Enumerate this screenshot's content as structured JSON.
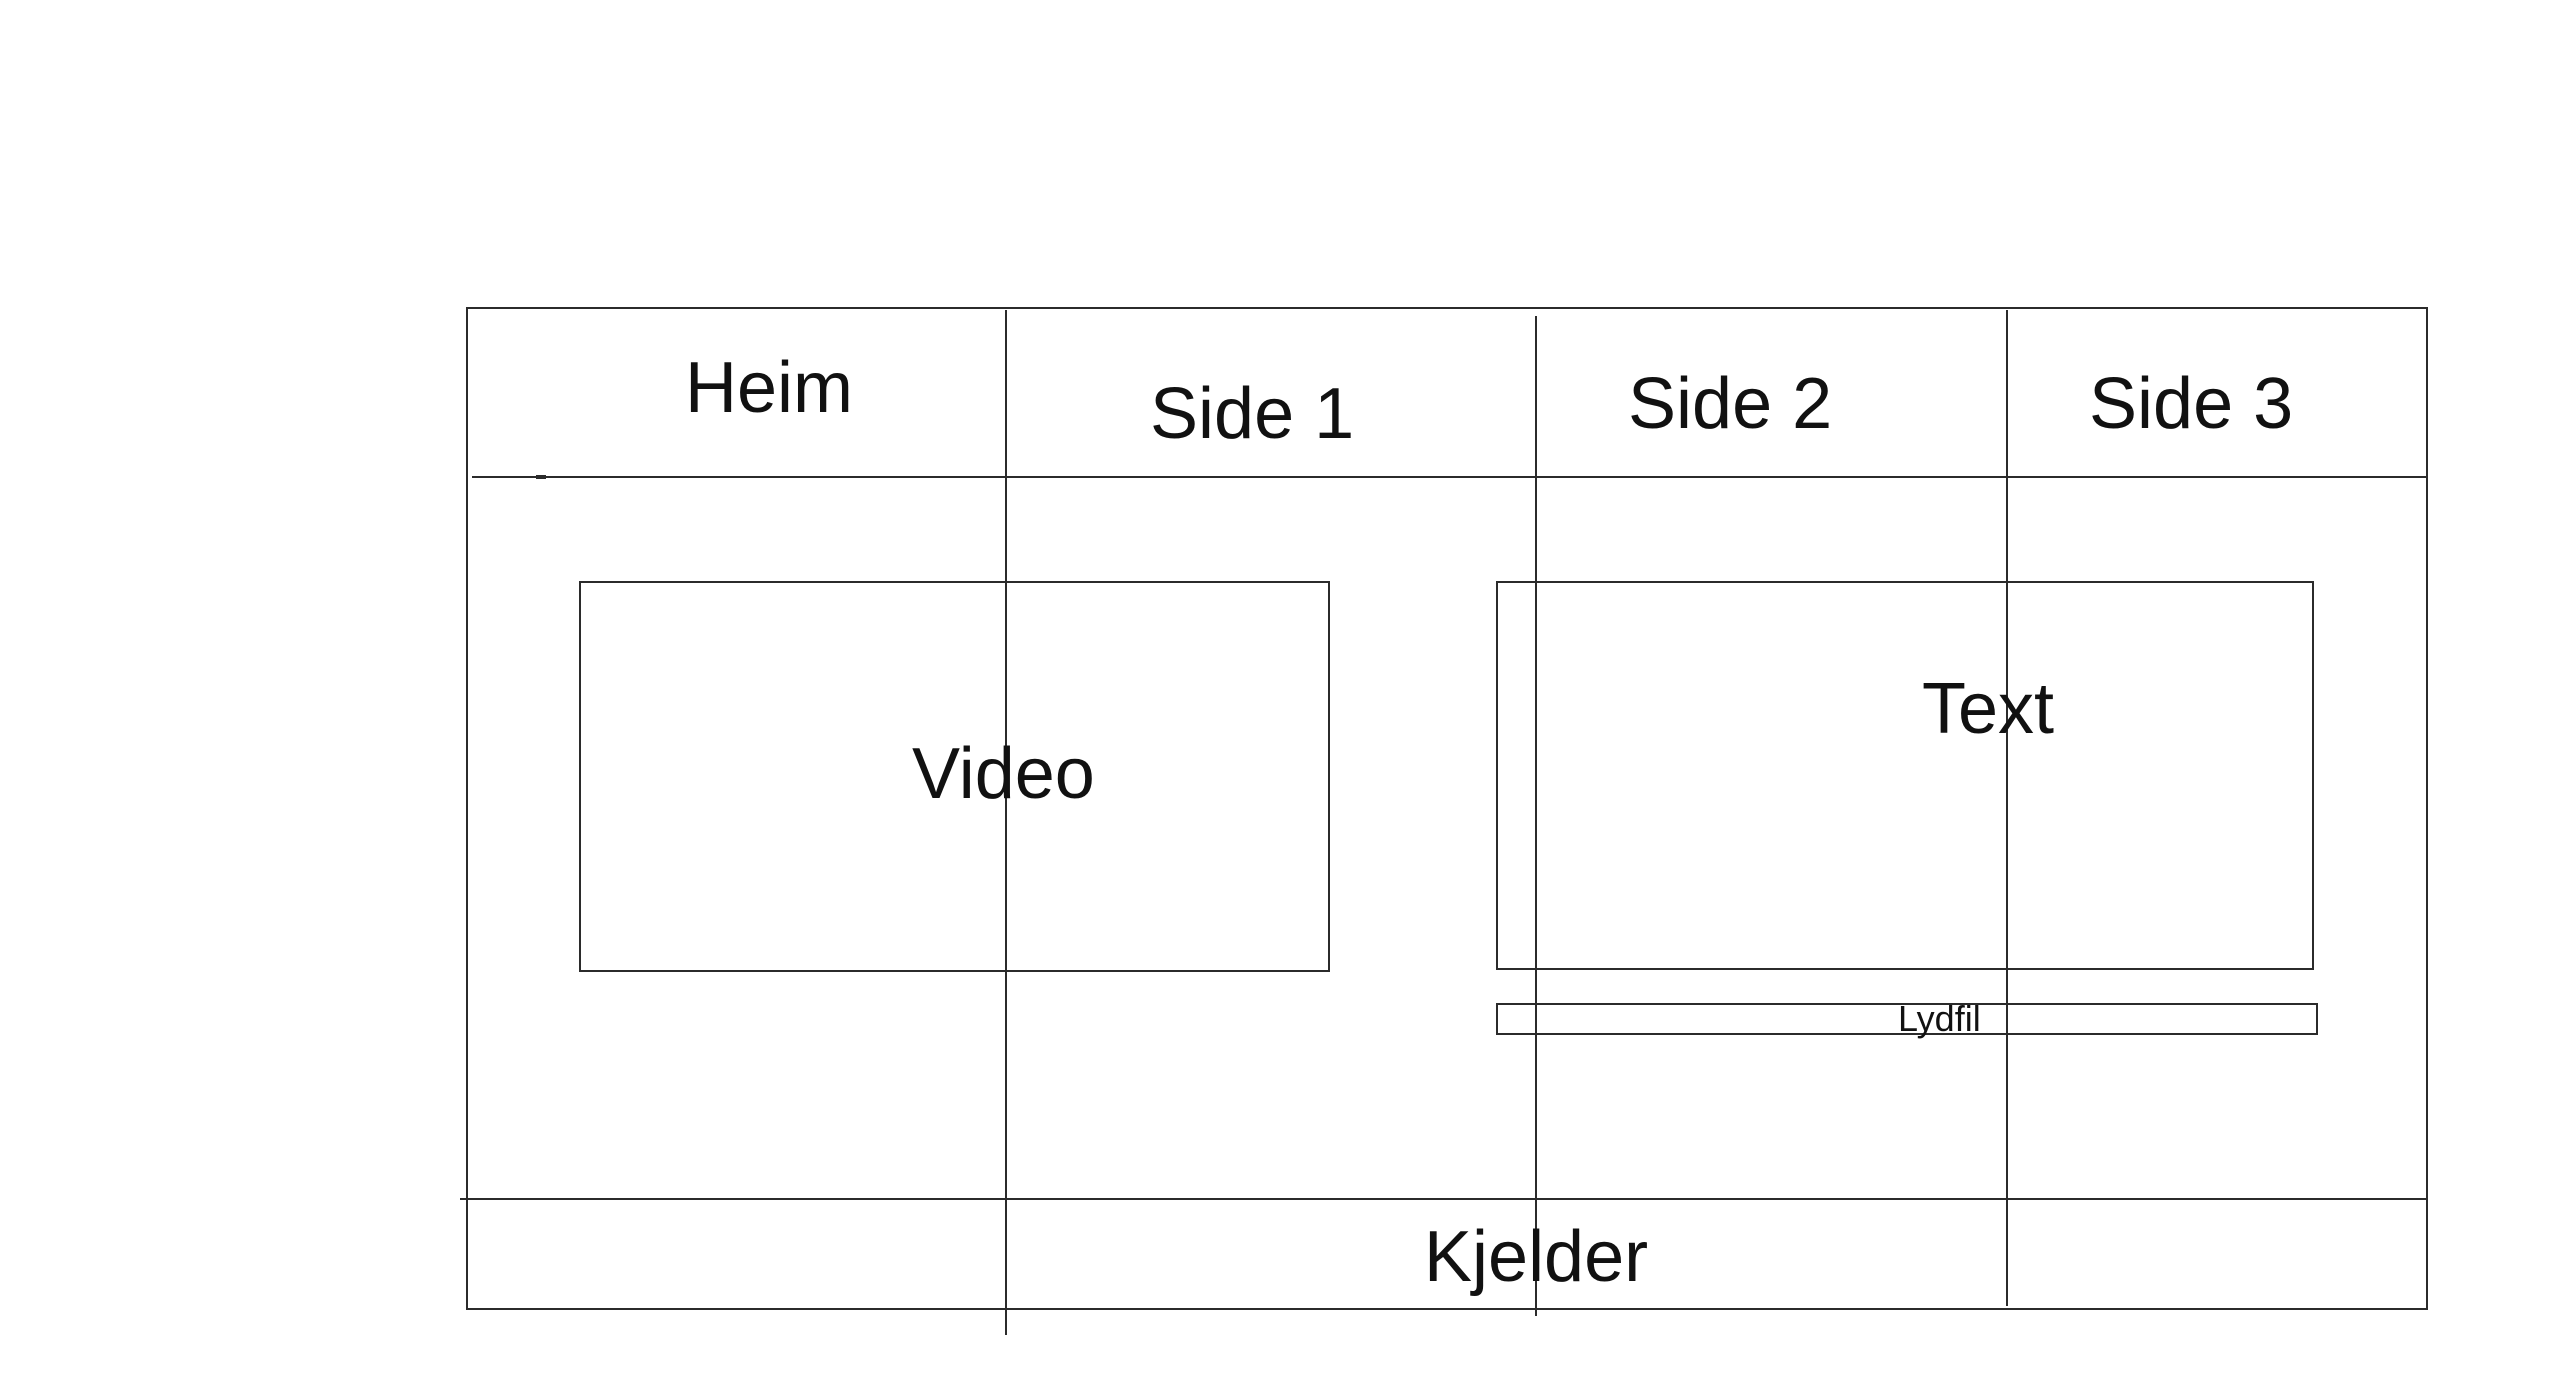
{
  "nav": {
    "items": [
      {
        "label": "Heim"
      },
      {
        "label": "Side 1"
      },
      {
        "label": "Side 2"
      },
      {
        "label": "Side 3"
      }
    ]
  },
  "content": {
    "video_label": "Video",
    "text_label": "Text",
    "audio_label": "Lydfil"
  },
  "footer": {
    "label": "Kjelder"
  }
}
